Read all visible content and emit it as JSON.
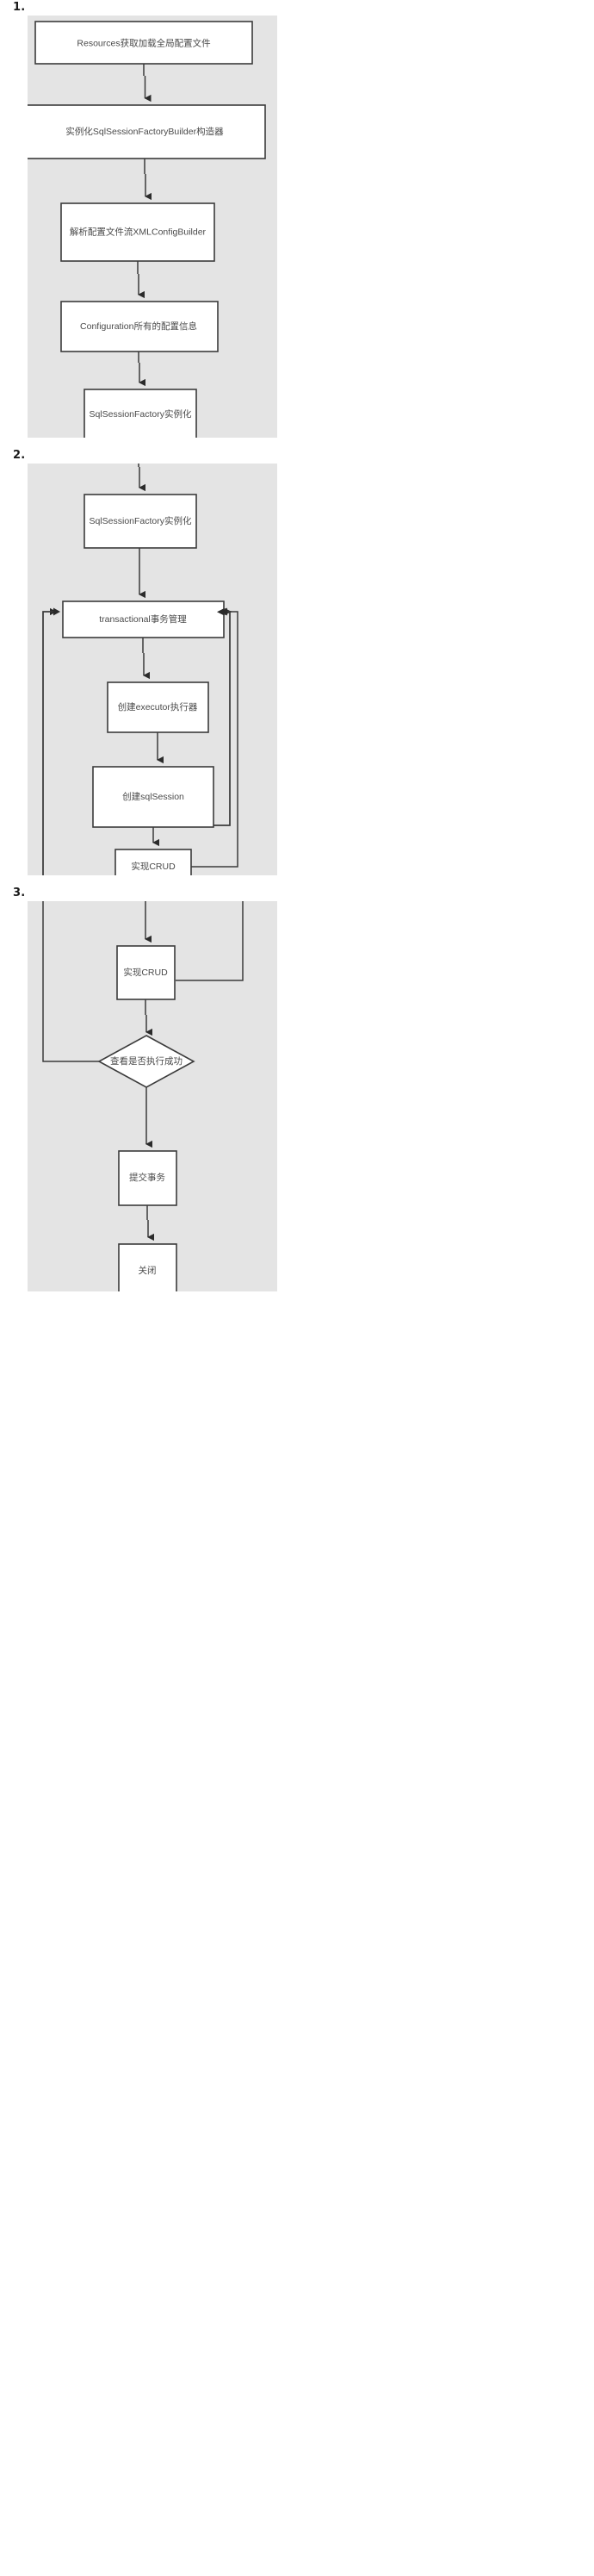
{
  "document": {
    "title": "MyBatis 执行流程图",
    "background_color": "#ffffff",
    "panel_color": "#e4e4e4",
    "box_fill": "#ffffff",
    "box_stroke": "#3b3b3b",
    "text_color": "#4a4a4a"
  },
  "sections": [
    {
      "label": "1.",
      "nodes": [
        {
          "id": "n1",
          "text": "Resources获取加载全局配置文件",
          "shape": "rect"
        },
        {
          "id": "n2",
          "text": "实例化SqlSessionFactoryBuilder构造器",
          "shape": "rect"
        },
        {
          "id": "n3",
          "text": "解析配置文件流XMLConfigBuilder",
          "shape": "rect"
        },
        {
          "id": "n4",
          "text": "Configuration所有的配置信息",
          "shape": "rect"
        },
        {
          "id": "n5",
          "text": "SqlSessionFactory实例化",
          "shape": "rect"
        }
      ],
      "edges": [
        {
          "from": "n1",
          "to": "n2",
          "type": "arrow-down"
        },
        {
          "from": "n2",
          "to": "n3",
          "type": "arrow-down"
        },
        {
          "from": "n3",
          "to": "n4",
          "type": "arrow-down"
        },
        {
          "from": "n4",
          "to": "n5",
          "type": "arrow-down"
        }
      ]
    },
    {
      "label": "2.",
      "nodes": [
        {
          "id": "m1",
          "text": "SqlSessionFactory实例化",
          "shape": "rect"
        },
        {
          "id": "m2",
          "text": "transactional事务管理",
          "shape": "rect"
        },
        {
          "id": "m3",
          "text": "创建executor执行器",
          "shape": "rect"
        },
        {
          "id": "m4",
          "text": "创建sqlSession",
          "shape": "rect"
        },
        {
          "id": "m5",
          "text": "实现CRUD",
          "shape": "rect"
        }
      ],
      "edges": [
        {
          "from": "m1",
          "to": "m2",
          "type": "arrow-down"
        },
        {
          "from": "m2",
          "to": "m3",
          "type": "arrow-down"
        },
        {
          "from": "m3",
          "to": "m4",
          "type": "arrow-down"
        },
        {
          "from": "m4",
          "to": "m5",
          "type": "arrow-down"
        },
        {
          "from": "m5",
          "to": "m2",
          "type": "loop-right"
        },
        {
          "from": "below",
          "to": "m2",
          "type": "loop-left"
        }
      ]
    },
    {
      "label": "3.",
      "nodes": [
        {
          "id": "k1",
          "text": "实现CRUD",
          "shape": "rect"
        },
        {
          "id": "k2",
          "text": "查看是否执行成功",
          "shape": "diamond"
        },
        {
          "id": "k3",
          "text": "提交事务",
          "shape": "rect"
        },
        {
          "id": "k4",
          "text": "关闭",
          "shape": "rect"
        }
      ],
      "edges": [
        {
          "from": "k1",
          "to": "k2",
          "type": "arrow-down"
        },
        {
          "from": "k2",
          "to": "k3",
          "type": "arrow-down"
        },
        {
          "from": "k3",
          "to": "k4",
          "type": "arrow-down"
        },
        {
          "from": "k1",
          "to": "up-right",
          "type": "loop-right"
        },
        {
          "from": "k2",
          "to": "left",
          "type": "loop-left"
        }
      ]
    }
  ]
}
